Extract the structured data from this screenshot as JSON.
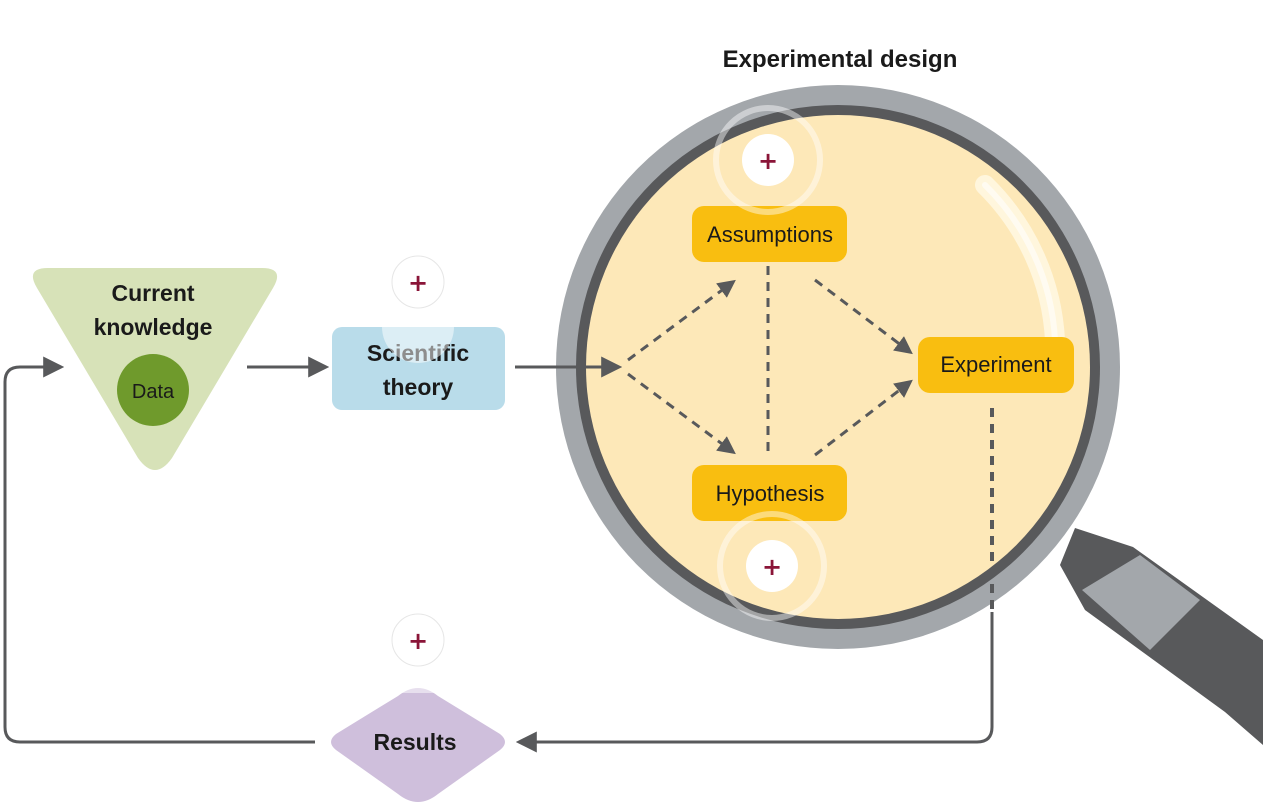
{
  "diagram": {
    "title": "Experimental design",
    "nodes": {
      "current_knowledge": {
        "line1": "Current",
        "line2": "knowledge",
        "inner": "Data"
      },
      "scientific_theory": {
        "line1": "Scientific",
        "line2": "theory"
      },
      "assumptions": {
        "label": "Assumptions"
      },
      "hypothesis": {
        "label": "Hypothesis"
      },
      "experiment": {
        "label": "Experiment"
      },
      "results": {
        "label": "Results"
      }
    },
    "plus_symbol": "+",
    "colors": {
      "knowledge": "#d7e2b8",
      "data": "#6f9a2c",
      "theory": "#b9dcea",
      "lens_fill": "#fde8b8",
      "lens_rim": "#a3a7ab",
      "lens_inner_rim": "#58595b",
      "design_box": "#f9be10",
      "results": "#cfbfdc",
      "arrow": "#58595b",
      "plus": "#8a1538"
    }
  }
}
